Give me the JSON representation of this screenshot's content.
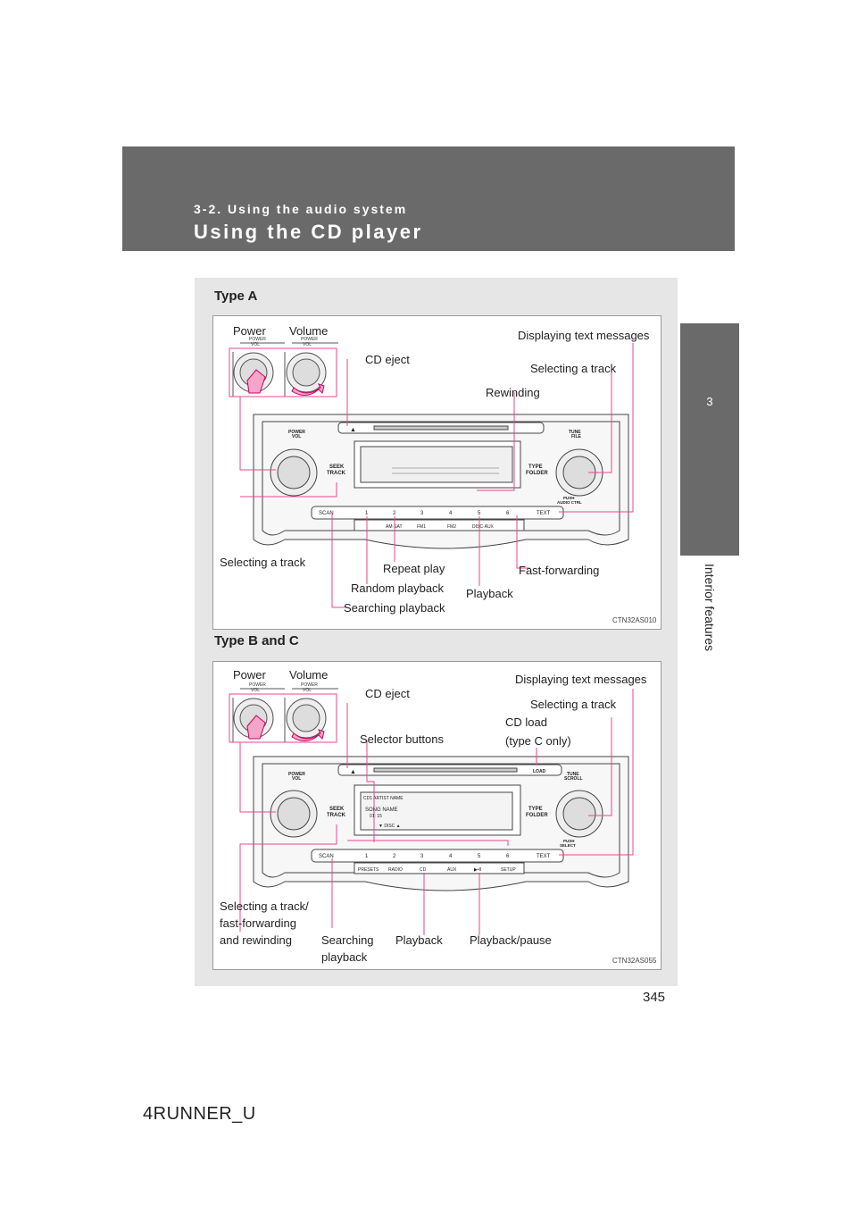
{
  "header": {
    "section": "3-2. Using the audio system",
    "title": "Using the CD player"
  },
  "side_tab": {
    "chapter_number": "3",
    "chapter_title": "Interior features"
  },
  "type_a": {
    "title": "Type A",
    "labels": {
      "power": "Power",
      "volume": "Volume",
      "cd_eject": "CD eject",
      "displaying_text": "Displaying text messages",
      "selecting_track_right": "Selecting a track",
      "rewinding": "Rewinding",
      "selecting_track_left": "Selecting a track",
      "repeat_play": "Repeat play",
      "fast_forwarding": "Fast-forwarding",
      "random_playback": "Random playback",
      "playback": "Playback",
      "searching_playback": "Searching playback"
    },
    "code": "CTN32AS010",
    "radio": {
      "power_vol": "POWER\nVOL",
      "tune_file": "TUNE\nFILE",
      "seek_track": "SEEK\nTRACK",
      "type_folder": "TYPE\nFOLDER",
      "push_audio": "PUSH\nAUDIO CTRL",
      "buttons": [
        "SCAN",
        "1",
        "2",
        "3",
        "4",
        "5",
        "6",
        "TEXT"
      ],
      "sub_buttons": [
        "AM·SAT",
        "FM1",
        "FM2",
        "DISC·AUX"
      ]
    }
  },
  "type_bc": {
    "title": "Type B and C",
    "labels": {
      "power": "Power",
      "volume": "Volume",
      "cd_eject": "CD eject",
      "displaying_text": "Displaying text messages",
      "selecting_track_right": "Selecting a track",
      "selector_buttons": "Selector buttons",
      "cd_load_1": "CD load",
      "cd_load_2": "(type C only)",
      "selecting_track_left_1": "Selecting a track/",
      "selecting_track_left_2": "fast-forwarding",
      "selecting_track_left_3": "and rewinding",
      "searching_1": "Searching",
      "searching_2": "playback",
      "playback": "Playback",
      "playback_pause": "Playback/pause"
    },
    "code": "CTN32AS055",
    "radio": {
      "load": "LOAD",
      "tune_scroll": "TUNE\nSCROLL",
      "push_select": "PUSH\nSELECT",
      "display_line1": "CD1 ARTIST NAME",
      "display_line2": "SONG NAME",
      "display_line3": "01: 15",
      "buttons": [
        "SCAN",
        "1",
        "2",
        "3",
        "4",
        "5",
        "6",
        "TEXT"
      ],
      "sub_buttons": [
        "PRESETS",
        "RADIO",
        "CD",
        "AUX",
        "▶•II",
        "SETUP"
      ]
    }
  },
  "page_number": "345",
  "footer": "4RUNNER_U"
}
